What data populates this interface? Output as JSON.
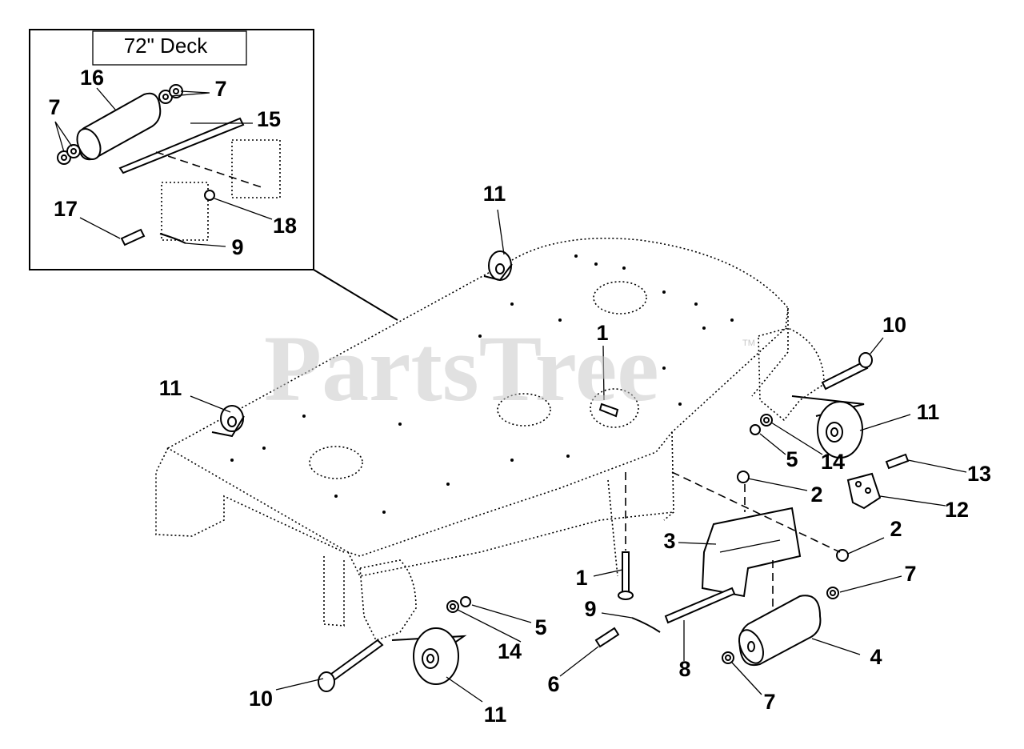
{
  "watermark": {
    "text": "PartsTree",
    "trademark": "TM"
  },
  "inset": {
    "title": "72\" Deck"
  },
  "callouts": [
    {
      "id": "c-inset-16",
      "label": "16"
    },
    {
      "id": "c-inset-7a",
      "label": "7"
    },
    {
      "id": "c-inset-7b",
      "label": "7"
    },
    {
      "id": "c-inset-15",
      "label": "15"
    },
    {
      "id": "c-inset-17",
      "label": "17"
    },
    {
      "id": "c-inset-18",
      "label": "18"
    },
    {
      "id": "c-inset-9",
      "label": "9"
    },
    {
      "id": "c-11-top",
      "label": "11"
    },
    {
      "id": "c-11-left",
      "label": "11"
    },
    {
      "id": "c-11-right",
      "label": "11"
    },
    {
      "id": "c-11-bottom",
      "label": "11"
    },
    {
      "id": "c-1-top",
      "label": "1"
    },
    {
      "id": "c-1-bottom",
      "label": "1"
    },
    {
      "id": "c-10-right",
      "label": "10"
    },
    {
      "id": "c-10-left",
      "label": "10"
    },
    {
      "id": "c-5-right",
      "label": "5"
    },
    {
      "id": "c-5-bottom",
      "label": "5"
    },
    {
      "id": "c-14-right",
      "label": "14"
    },
    {
      "id": "c-14-bottom",
      "label": "14"
    },
    {
      "id": "c-13",
      "label": "13"
    },
    {
      "id": "c-2-top",
      "label": "2"
    },
    {
      "id": "c-2-bottom",
      "label": "2"
    },
    {
      "id": "c-12",
      "label": "12"
    },
    {
      "id": "c-3",
      "label": "3"
    },
    {
      "id": "c-7-right",
      "label": "7"
    },
    {
      "id": "c-7-bottom",
      "label": "7"
    },
    {
      "id": "c-9",
      "label": "9"
    },
    {
      "id": "c-4",
      "label": "4"
    },
    {
      "id": "c-8",
      "label": "8"
    },
    {
      "id": "c-6",
      "label": "6"
    }
  ]
}
